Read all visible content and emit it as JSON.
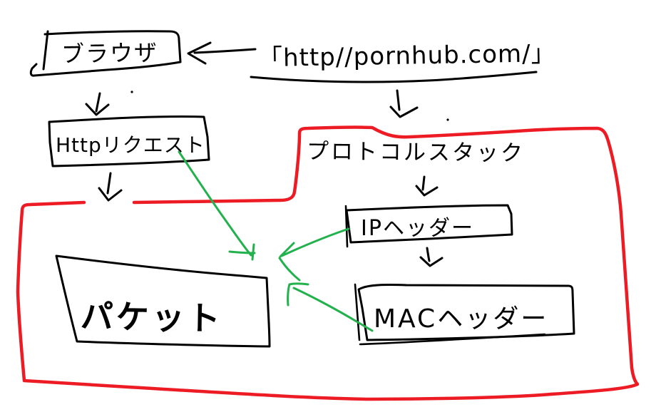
{
  "diagram": {
    "background": "#FFFFFF",
    "colors": {
      "ink": "#000000",
      "region_red": "#ED1C24",
      "flow_green": "#22B14C"
    },
    "url_note": {
      "label": "「http//pornhub.com/」"
    },
    "nodes": {
      "browser": {
        "label": "ブラウザ"
      },
      "http_request": {
        "label": "Httpリクエスト"
      },
      "protocol_stack": {
        "label": "プロトコルスタック"
      },
      "ip_header": {
        "label": "IPヘッダー"
      },
      "mac_header": {
        "label": "MACヘッダー"
      },
      "packet": {
        "label": "パケット"
      }
    },
    "edges": [
      {
        "from": "url_note",
        "to": "browser",
        "color": "black"
      },
      {
        "from": "browser",
        "to": "http_request",
        "color": "black"
      },
      {
        "from": "url_note",
        "to": "protocol_stack",
        "color": "black"
      },
      {
        "from": "protocol_stack",
        "to": "ip_header",
        "color": "black"
      },
      {
        "from": "ip_header",
        "to": "mac_header",
        "color": "black"
      },
      {
        "from": "http_request",
        "to": "packet",
        "color": "green"
      },
      {
        "from": "ip_header",
        "to": "packet",
        "color": "green"
      },
      {
        "from": "mac_header",
        "to": "packet",
        "color": "green"
      }
    ]
  }
}
